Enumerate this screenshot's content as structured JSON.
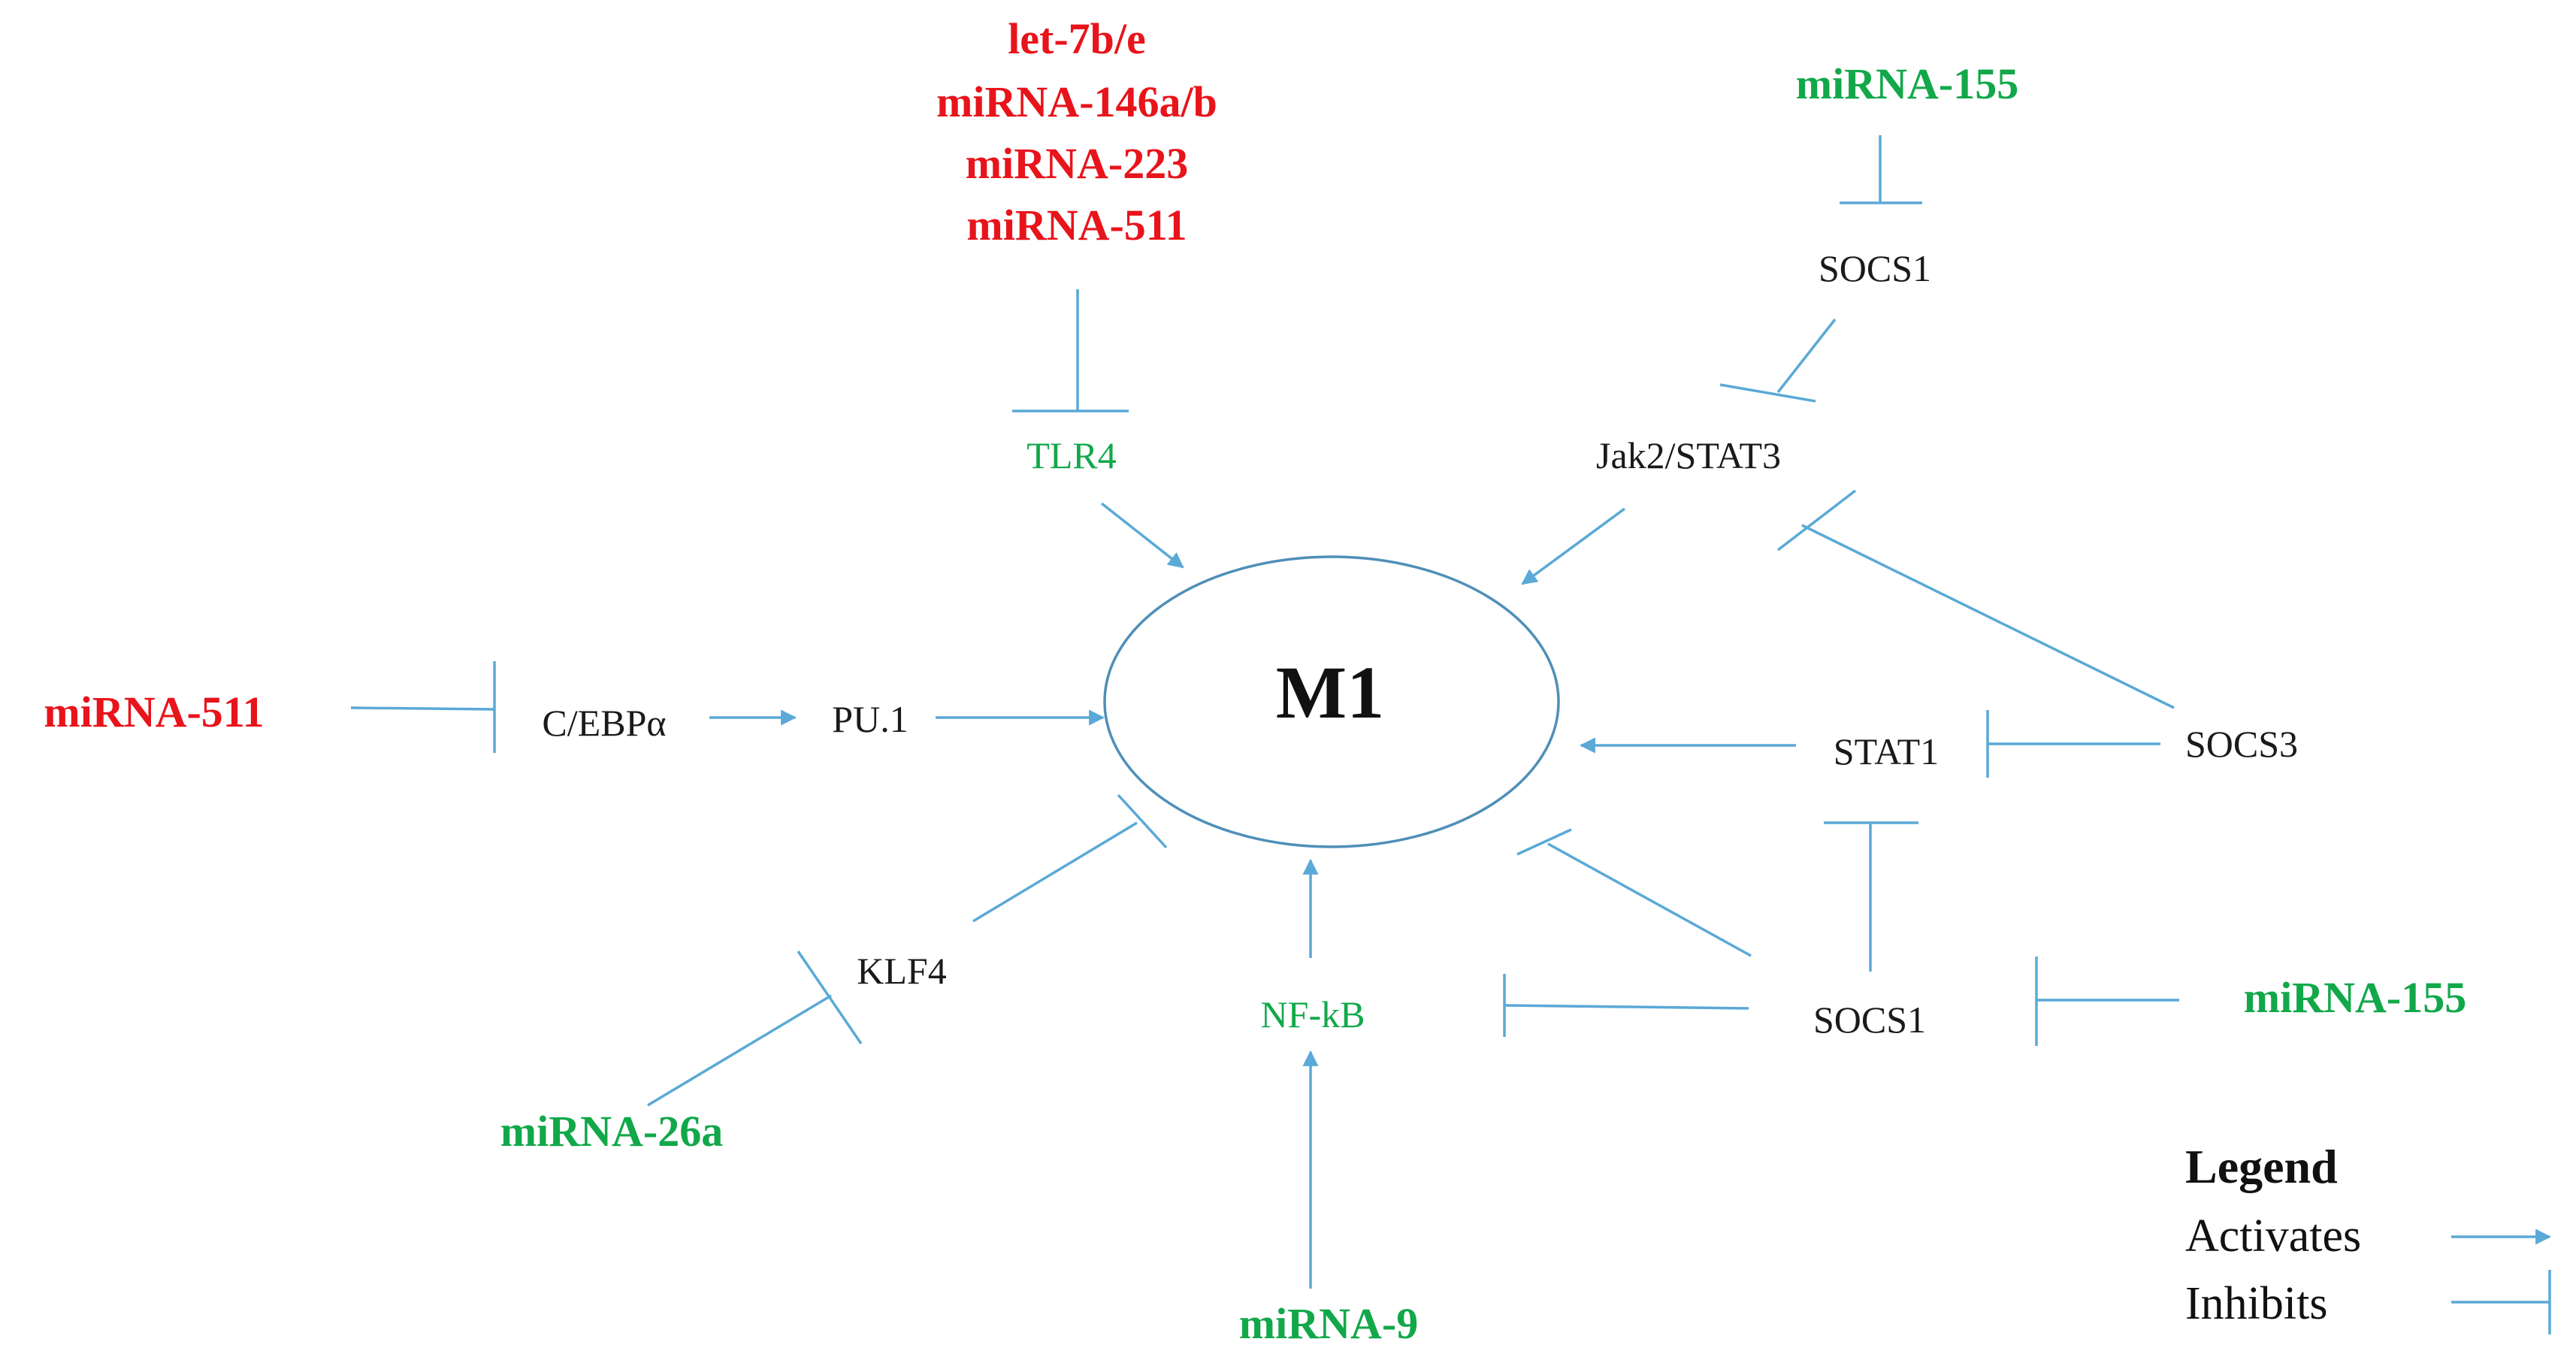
{
  "center": "M1",
  "nodes": {
    "tlr4": "TLR4",
    "jak2_stat3": "Jak2/STAT3",
    "socs1_top": "SOCS1",
    "cebpa": "C/EBPα",
    "pu1": "PU.1",
    "stat1": "STAT1",
    "socs3": "SOCS3",
    "klf4": "KLF4",
    "nfkb": "NF-kB",
    "socs1_bottom": "SOCS1"
  },
  "mirnas": {
    "let7": "let-7b/e",
    "mir146": "miRNA-146a/b",
    "mir223": "miRNA-223",
    "mir511_top": "miRNA-511",
    "mir155_top": "miRNA-155",
    "mir511_left": "miRNA-511",
    "mir26a": "miRNA-26a",
    "mir9": "miRNA-9",
    "mir155_right": "miRNA-155"
  },
  "legend": {
    "title": "Legend",
    "activates": "Activates",
    "inhibits": "Inhibits"
  },
  "colors": {
    "edge": "#5aa9d6",
    "ellipse": "#4f8fb8",
    "mirna_green": "#12a84a",
    "mirna_red": "#e8141b",
    "text": "#1a1a1a"
  },
  "relations": [
    {
      "from": "let-7b/e, miRNA-146a/b, miRNA-223, miRNA-511",
      "to": "TLR4",
      "type": "inhibits"
    },
    {
      "from": "TLR4",
      "to": "M1",
      "type": "activates"
    },
    {
      "from": "miRNA-155",
      "to": "SOCS1",
      "type": "inhibits"
    },
    {
      "from": "SOCS1",
      "to": "Jak2/STAT3",
      "type": "inhibits"
    },
    {
      "from": "Jak2/STAT3",
      "to": "M1",
      "type": "activates"
    },
    {
      "from": "SOCS3",
      "to": "Jak2/STAT3",
      "type": "inhibits"
    },
    {
      "from": "miRNA-511",
      "to": "C/EBPα",
      "type": "inhibits"
    },
    {
      "from": "C/EBPα",
      "to": "PU.1",
      "type": "activates"
    },
    {
      "from": "PU.1",
      "to": "M1",
      "type": "activates"
    },
    {
      "from": "STAT1",
      "to": "M1",
      "type": "activates"
    },
    {
      "from": "SOCS3",
      "to": "STAT1",
      "type": "inhibits"
    },
    {
      "from": "KLF4",
      "to": "M1",
      "type": "inhibits"
    },
    {
      "from": "miRNA-26a",
      "to": "KLF4",
      "type": "inhibits"
    },
    {
      "from": "NF-kB",
      "to": "M1",
      "type": "activates"
    },
    {
      "from": "miRNA-9",
      "to": "NF-kB",
      "type": "activates"
    },
    {
      "from": "SOCS1",
      "to": "M1",
      "type": "inhibits"
    },
    {
      "from": "SOCS1",
      "to": "STAT1",
      "type": "inhibits"
    },
    {
      "from": "SOCS1",
      "to": "NF-kB",
      "type": "inhibits"
    },
    {
      "from": "miRNA-155",
      "to": "SOCS1",
      "type": "inhibits"
    }
  ]
}
